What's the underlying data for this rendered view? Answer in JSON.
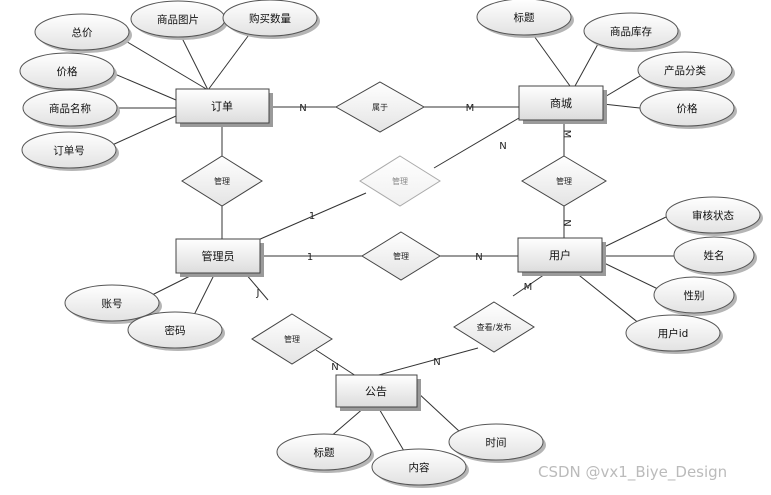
{
  "entities": {
    "order": "订单",
    "mall": "商城",
    "admin": "管理员",
    "user": "用户",
    "notice": "公告"
  },
  "attributes": {
    "order_total": "总价",
    "order_image": "商品图片",
    "order_qty": "购买数量",
    "order_price": "价格",
    "order_name": "商品名称",
    "order_no": "订单号",
    "mall_title": "标题",
    "mall_stock": "商品库存",
    "mall_category": "产品分类",
    "mall_price": "价格",
    "user_audit": "审核状态",
    "user_name": "姓名",
    "user_gender": "性别",
    "user_id": "用户id",
    "admin_account": "账号",
    "admin_password": "密码",
    "notice_title": "标题",
    "notice_content": "内容",
    "notice_time": "时间"
  },
  "relationships": {
    "order_mall": "属于",
    "admin_order": "管理",
    "admin_mall": "管理",
    "mall_user": "管理",
    "admin_user": "管理",
    "admin_notice": "管理",
    "user_notice": "查看/发布"
  },
  "cardinalities": {
    "order_mall_order": "N",
    "order_mall_mall": "M",
    "admin_mall_admin": "1",
    "admin_mall_mall": "N",
    "mall_user_mall": "M",
    "mall_user_user": "N",
    "admin_user_admin": "1",
    "admin_user_user": "N",
    "admin_notice_admin": "J",
    "admin_notice_notice": "N",
    "user_notice_user": "M",
    "user_notice_notice": "N"
  },
  "watermark": "CSDN @vx1_Biye_Design"
}
